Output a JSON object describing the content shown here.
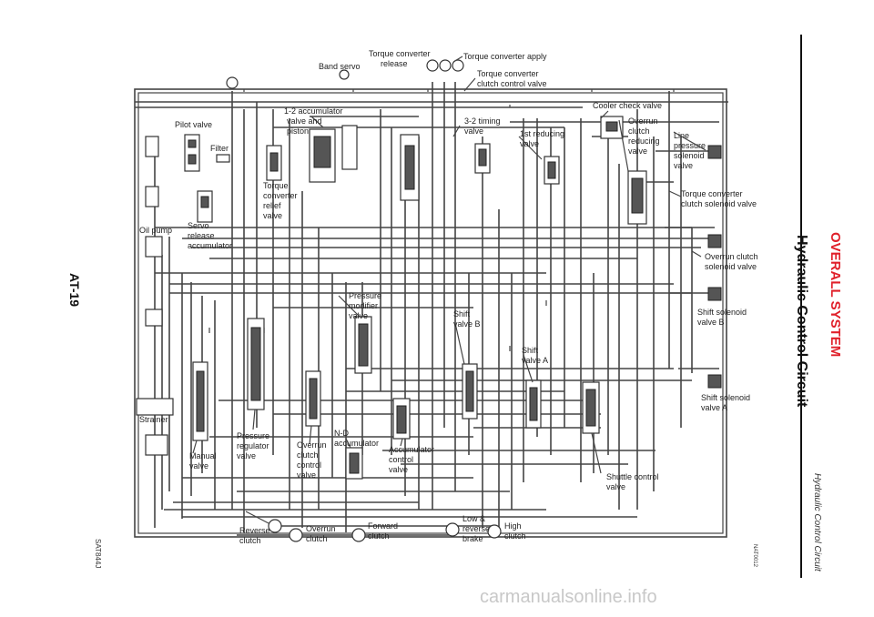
{
  "header": {
    "section_title": "OVERALL SYSTEM",
    "page_title": "Hydraulic Control Circuit",
    "subtitle": "Hydraulic Control Circuit",
    "ref_code": "NAT0012",
    "page_number": "AT-19",
    "figure_code": "SAT844J",
    "watermark": "carmanualsonline.info"
  },
  "labels": {
    "torque_converter_release": [
      "Torque converter",
      "release"
    ],
    "torque_converter_apply": [
      "Torque converter apply"
    ],
    "band_servo": [
      "Band servo"
    ],
    "tc_clutch_control_valve": [
      "Torque converter",
      "clutch control valve"
    ],
    "pilot_valve": [
      "Pilot valve"
    ],
    "accumulator_1_2": [
      "1-2 accumulator",
      "valve and",
      "piston"
    ],
    "filter": [
      "Filter"
    ],
    "timing_3_2_valve": [
      "3-2 timing",
      "valve"
    ],
    "first_reducing_valve": [
      "1st reducing",
      "valve"
    ],
    "cooler_check_valve": [
      "Cooler check valve"
    ],
    "overrun_clutch_reducing_valve": [
      "Overrun",
      "clutch",
      "reducing",
      "valve"
    ],
    "line_pressure_solenoid_valve": [
      "Line",
      "pressure",
      "solenoid",
      "valve"
    ],
    "tc_relief_valve": [
      "Torque",
      "converter",
      "relief",
      "valve"
    ],
    "tc_clutch_solenoid_valve": [
      "Torque converter",
      "clutch solenoid valve"
    ],
    "oil_pump": [
      "Oil pump"
    ],
    "servo_release_accumulator": [
      "Servo",
      "release",
      "accumulator"
    ],
    "overrun_clutch_solenoid_valve": [
      "Overrun clutch",
      "solenoid valve"
    ],
    "pressure_modifier_valve": [
      "Pressure",
      "modifier",
      "valve"
    ],
    "shift_valve_b": [
      "Shift",
      "valve B"
    ],
    "shift_solenoid_valve_b": [
      "Shift solenoid",
      "valve B"
    ],
    "shift_valve_a": [
      "Shift",
      "valve A"
    ],
    "strainer": [
      "Strainer"
    ],
    "shift_solenoid_valve_a": [
      "Shift solenoid",
      "valve A"
    ],
    "pressure_regulator_valve": [
      "Pressure",
      "regulator",
      "valve"
    ],
    "nd_accumulator": [
      "N-D",
      "accumulator"
    ],
    "overrun_clutch_control_valve": [
      "Overrun",
      "clutch",
      "control",
      "valve"
    ],
    "accumulator_control_valve": [
      "Accumulator",
      "control",
      "valve"
    ],
    "manual_valve": [
      "Manual",
      "valve"
    ],
    "shuttle_control_valve": [
      "Shuttle control",
      "valve"
    ],
    "low_reverse_brake": [
      "Low &",
      "reverse",
      "brake"
    ],
    "reverse_clutch": [
      "Reverse",
      "clutch"
    ],
    "overrun_clutch": [
      "Overrun",
      "clutch"
    ],
    "forward_clutch": [
      "Forward",
      "clutch"
    ],
    "high_clutch": [
      "High",
      "clutch"
    ]
  }
}
